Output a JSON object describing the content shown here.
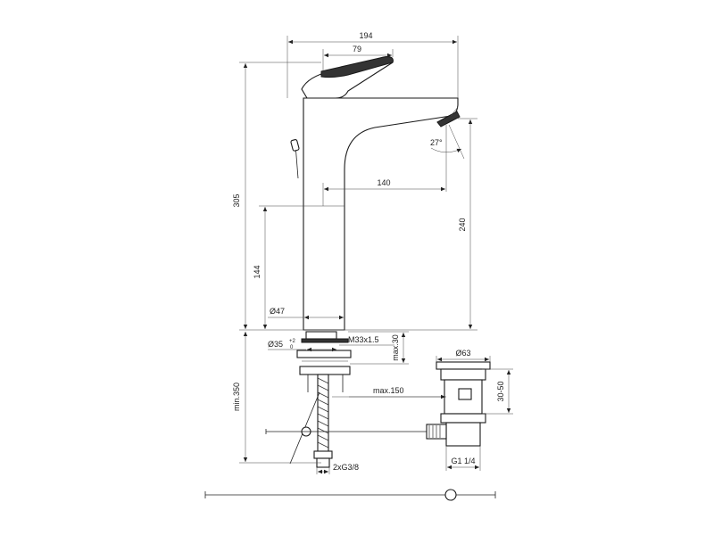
{
  "dimensions": {
    "width_top": "194",
    "lever_width": "79",
    "overall_height": "305",
    "spout_height": "240",
    "spout_reach": "140",
    "body_height": "144",
    "body_diameter": "Ø47",
    "spout_angle": "27°",
    "hole_diameter": "Ø35",
    "hole_tolerance_upper": "+2",
    "hole_tolerance_lower": "0",
    "thread": "M33x1.5",
    "max_thickness": "max.30",
    "min_depth": "min.350",
    "max_distance": "max.150",
    "waste_diameter": "Ø63",
    "waste_range": "30-50",
    "waste_thread": "G1 1/4",
    "hose_connection": "2xG3/8"
  },
  "colors": {
    "line": "#222222",
    "background": "#ffffff"
  }
}
